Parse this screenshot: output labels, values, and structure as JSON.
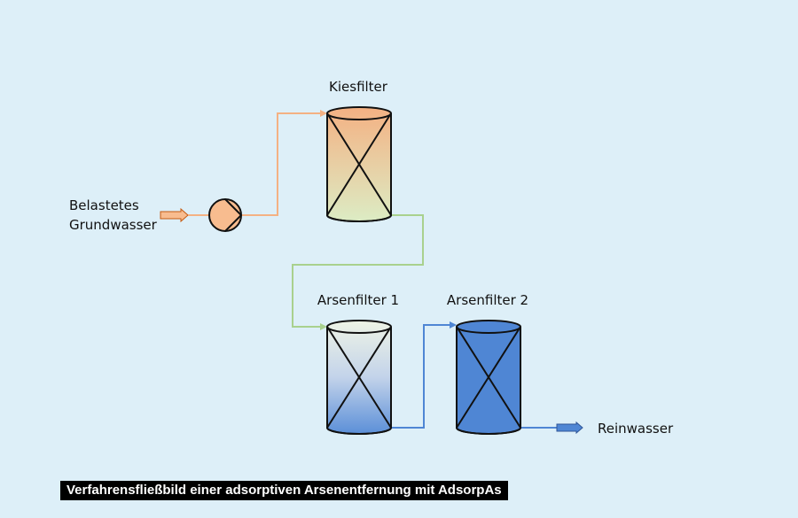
{
  "labels": {
    "source_line1": "Belastetes",
    "source_line2": "Grundwasser",
    "gravel_filter": "Kiesfilter",
    "arsenic_filter_1": "Arsenfilter 1",
    "arsenic_filter_2": "Arsenfilter 2",
    "product": "Reinwasser"
  },
  "caption": "Verfahrensfließbild einer adsorptiven Arsenentfernung mit AdsorpAs",
  "colors": {
    "background": "#ddeff8",
    "raw_water_line": "#f4b183",
    "pump_fill": "#f8bc8f",
    "filtered_water_line": "#a9d18e",
    "clean_water_line": "#4f86d4",
    "gravel_filter_top": "#f4b183",
    "gravel_filter_bottom": "#dcecc4",
    "arsenic_filter_1_top": "#eef4e6",
    "arsenic_filter_1_bottom": "#5b8fd8",
    "arsenic_filter_2_fill": "#4f86d4"
  }
}
